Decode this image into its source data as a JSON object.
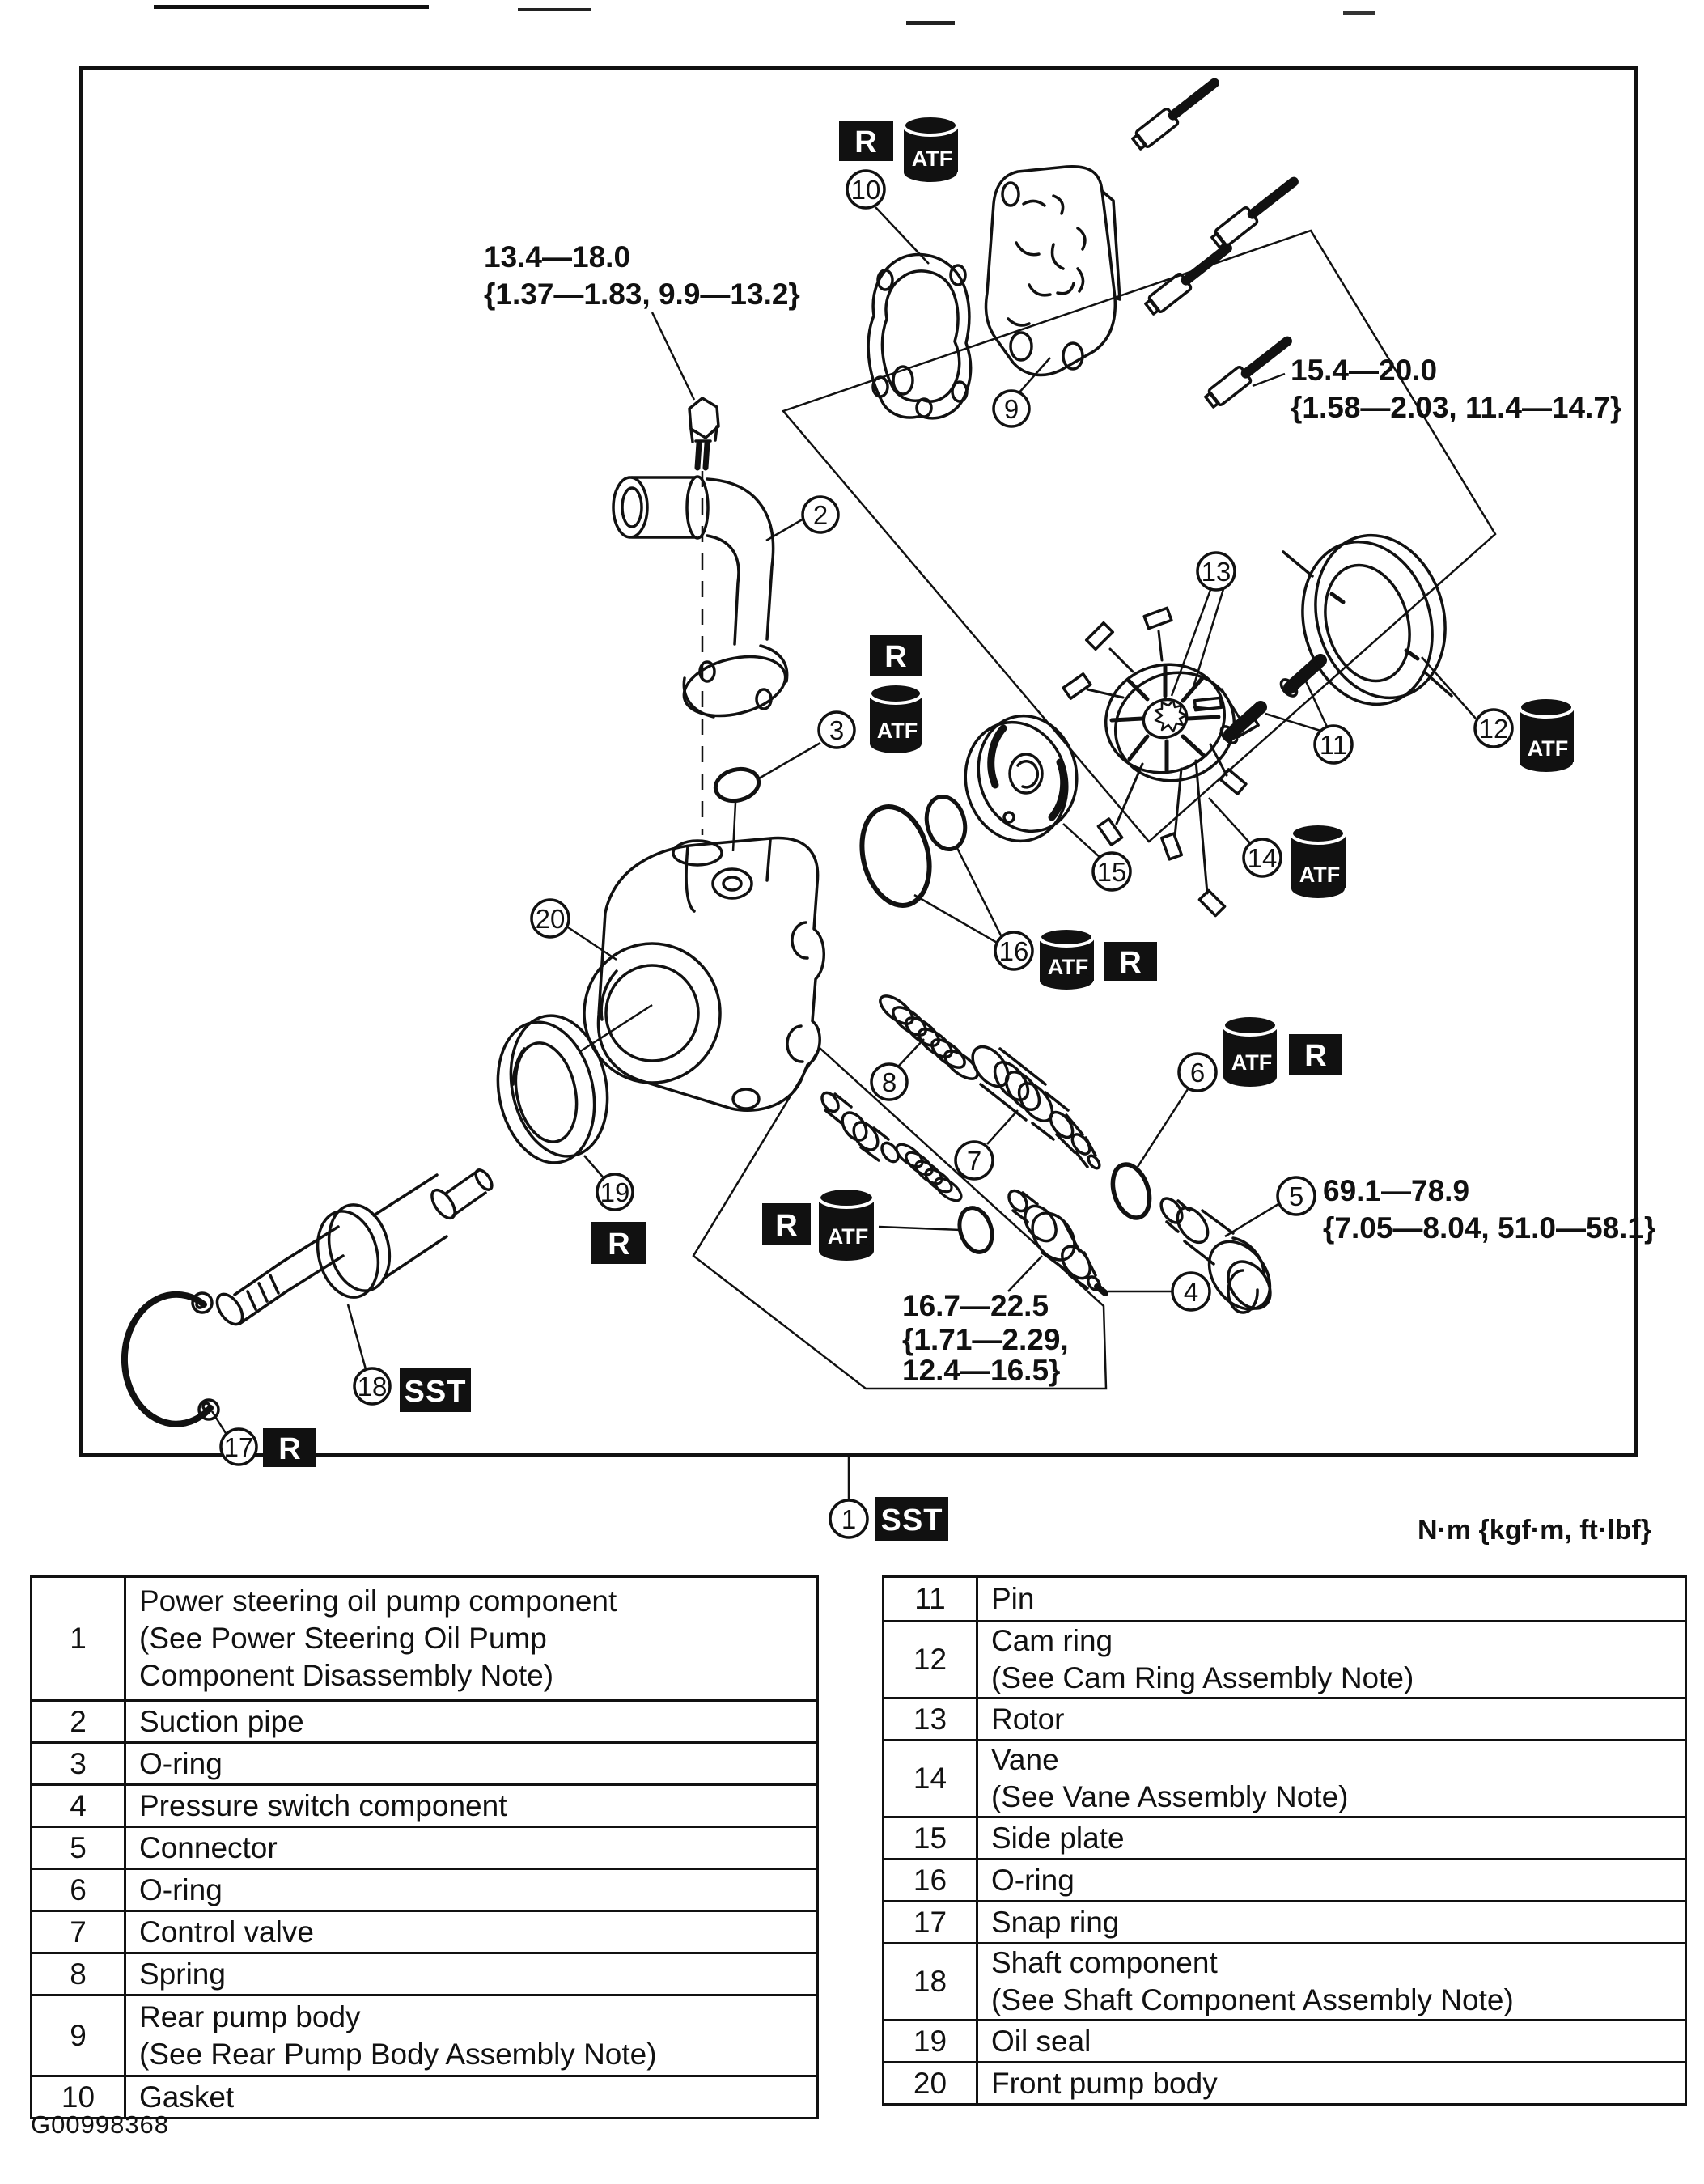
{
  "figure": {
    "code": "G00998368",
    "units_note": "N·m {kgf·m, ft·lbf}",
    "marker_labels": {
      "r": "R",
      "atf": "ATF",
      "sst": "SST"
    },
    "torque_specs": {
      "bolt_suction_pipe_1": "13.4—18.0",
      "bolt_suction_pipe_2": "{1.37—1.83, 9.9—13.2}",
      "bolt_rear_body_1": "15.4—20.0",
      "bolt_rear_body_2": "{1.58—2.03, 11.4—14.7}",
      "connector_1": "69.1—78.9",
      "connector_2": "{7.05—8.04, 51.0—58.1}",
      "pressure_switch_1": "16.7—22.5",
      "pressure_switch_2": "{1.71—2.29,",
      "pressure_switch_3": "12.4—16.5}"
    },
    "callouts": {
      "c1": "1",
      "c2": "2",
      "c3": "3",
      "c4": "4",
      "c5": "5",
      "c6": "6",
      "c7": "7",
      "c8": "8",
      "c9": "9",
      "c10": "10",
      "c11": "11",
      "c12": "12",
      "c13": "13",
      "c14": "14",
      "c15": "15",
      "c16": "16",
      "c17": "17",
      "c18": "18",
      "c19": "19",
      "c20": "20"
    }
  },
  "tables": {
    "left": [
      {
        "num": "1",
        "lines": [
          "Power steering oil pump component",
          "(See Power Steering Oil Pump",
          "Component Disassembly Note)"
        ]
      },
      {
        "num": "2",
        "lines": [
          "Suction pipe"
        ]
      },
      {
        "num": "3",
        "lines": [
          "O-ring"
        ]
      },
      {
        "num": "4",
        "lines": [
          "Pressure switch component"
        ]
      },
      {
        "num": "5",
        "lines": [
          "Connector"
        ]
      },
      {
        "num": "6",
        "lines": [
          "O-ring"
        ]
      },
      {
        "num": "7",
        "lines": [
          "Control valve"
        ]
      },
      {
        "num": "8",
        "lines": [
          "Spring"
        ]
      },
      {
        "num": "9",
        "lines": [
          "Rear pump body",
          "(See Rear Pump Body Assembly Note)"
        ]
      },
      {
        "num": "10",
        "lines": [
          "Gasket"
        ]
      }
    ],
    "right": [
      {
        "num": "11",
        "lines": [
          "Pin"
        ]
      },
      {
        "num": "12",
        "lines": [
          "Cam ring",
          "(See Cam Ring Assembly Note)"
        ]
      },
      {
        "num": "13",
        "lines": [
          "Rotor"
        ]
      },
      {
        "num": "14",
        "lines": [
          "Vane",
          "(See Vane Assembly Note)"
        ]
      },
      {
        "num": "15",
        "lines": [
          "Side plate"
        ]
      },
      {
        "num": "16",
        "lines": [
          "O-ring"
        ]
      },
      {
        "num": "17",
        "lines": [
          "Snap ring"
        ]
      },
      {
        "num": "18",
        "lines": [
          "Shaft component",
          "(See Shaft Component Assembly Note)"
        ]
      },
      {
        "num": "19",
        "lines": [
          "Oil seal"
        ]
      },
      {
        "num": "20",
        "lines": [
          "Front pump body"
        ]
      }
    ]
  }
}
